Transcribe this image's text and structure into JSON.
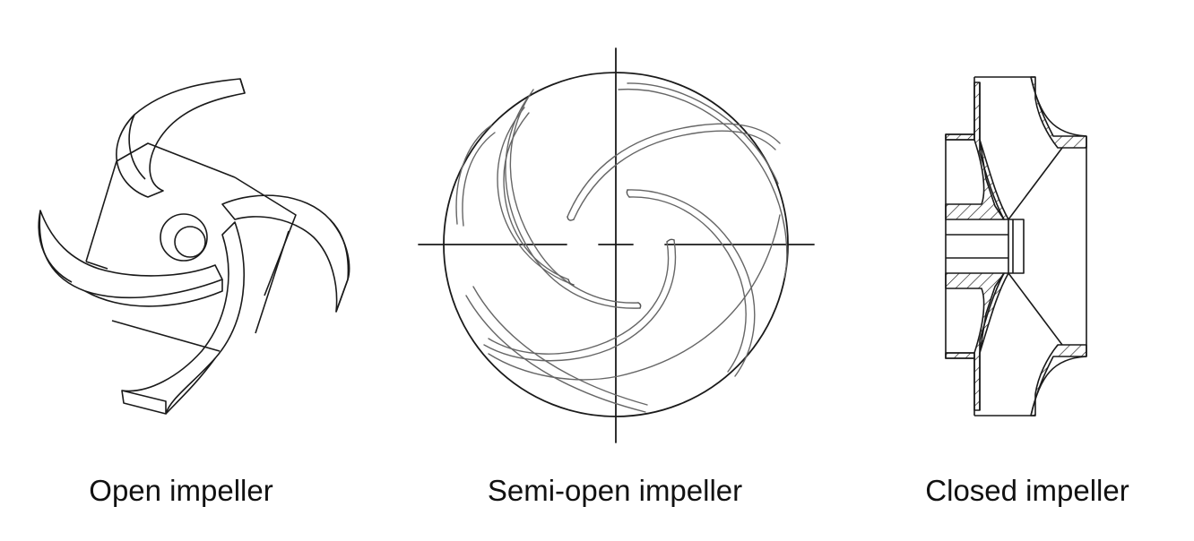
{
  "figure": {
    "colors": {
      "line": "#1a1a1a",
      "blade": "#555555",
      "background": "#ffffff"
    },
    "panels": [
      {
        "caption": "Open impeller",
        "icon": "open-impeller-drawing"
      },
      {
        "caption": "Semi-open impeller",
        "icon": "semi-open-impeller-drawing"
      },
      {
        "caption": "Closed impeller",
        "icon": "closed-impeller-cross-section"
      }
    ]
  }
}
